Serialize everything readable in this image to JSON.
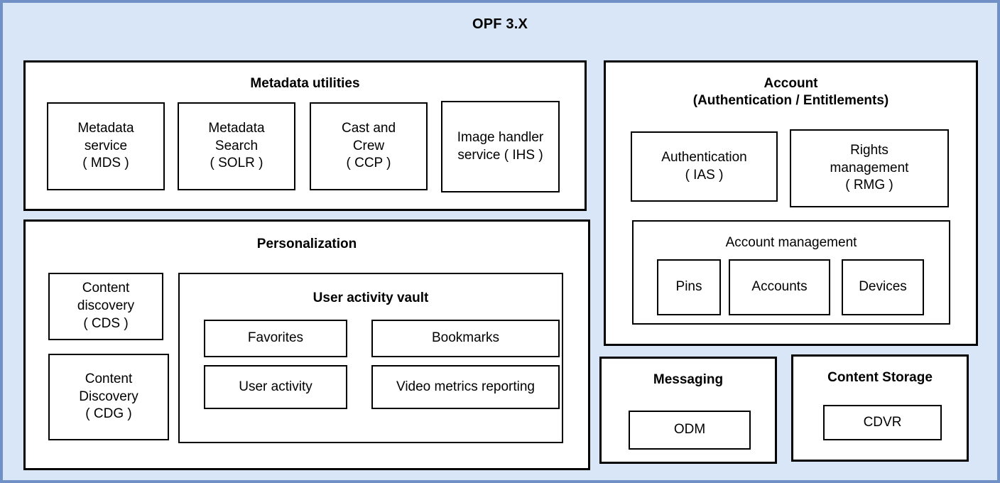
{
  "diagram": {
    "title": "OPF 3.X",
    "background_color": "#d9e6f7",
    "outer_border_color": "#7191c6",
    "box_border_color": "#000000",
    "box_fill_color": "#ffffff"
  },
  "metadata_utilities": {
    "title": "Metadata utilities",
    "items": [
      {
        "label": "Metadata\nservice\n( MDS )"
      },
      {
        "label": "Metadata\nSearch\n( SOLR )"
      },
      {
        "label": "Cast and\nCrew\n( CCP )"
      },
      {
        "label": "Image handler\nservice ( IHS )"
      }
    ]
  },
  "personalization": {
    "title": "Personalization",
    "side_items": [
      {
        "label": "Content\ndiscovery\n( CDS )"
      },
      {
        "label": "Content\nDiscovery\n( CDG )"
      }
    ],
    "user_activity_vault": {
      "title": "User activity vault",
      "items": [
        {
          "label": "Favorites"
        },
        {
          "label": "Bookmarks"
        },
        {
          "label": "User activity"
        },
        {
          "label": "Video metrics reporting"
        }
      ]
    }
  },
  "account": {
    "title": "Account\n(Authentication / Entitlements)",
    "items": [
      {
        "label": "Authentication\n( IAS )"
      },
      {
        "label": "Rights\nmanagement\n( RMG )"
      }
    ],
    "account_management": {
      "title": "Account management",
      "items": [
        {
          "label": "Pins"
        },
        {
          "label": "Accounts"
        },
        {
          "label": "Devices"
        }
      ]
    }
  },
  "messaging": {
    "title": "Messaging",
    "items": [
      {
        "label": "ODM"
      }
    ]
  },
  "content_storage": {
    "title": "Content Storage",
    "items": [
      {
        "label": "CDVR"
      }
    ]
  }
}
